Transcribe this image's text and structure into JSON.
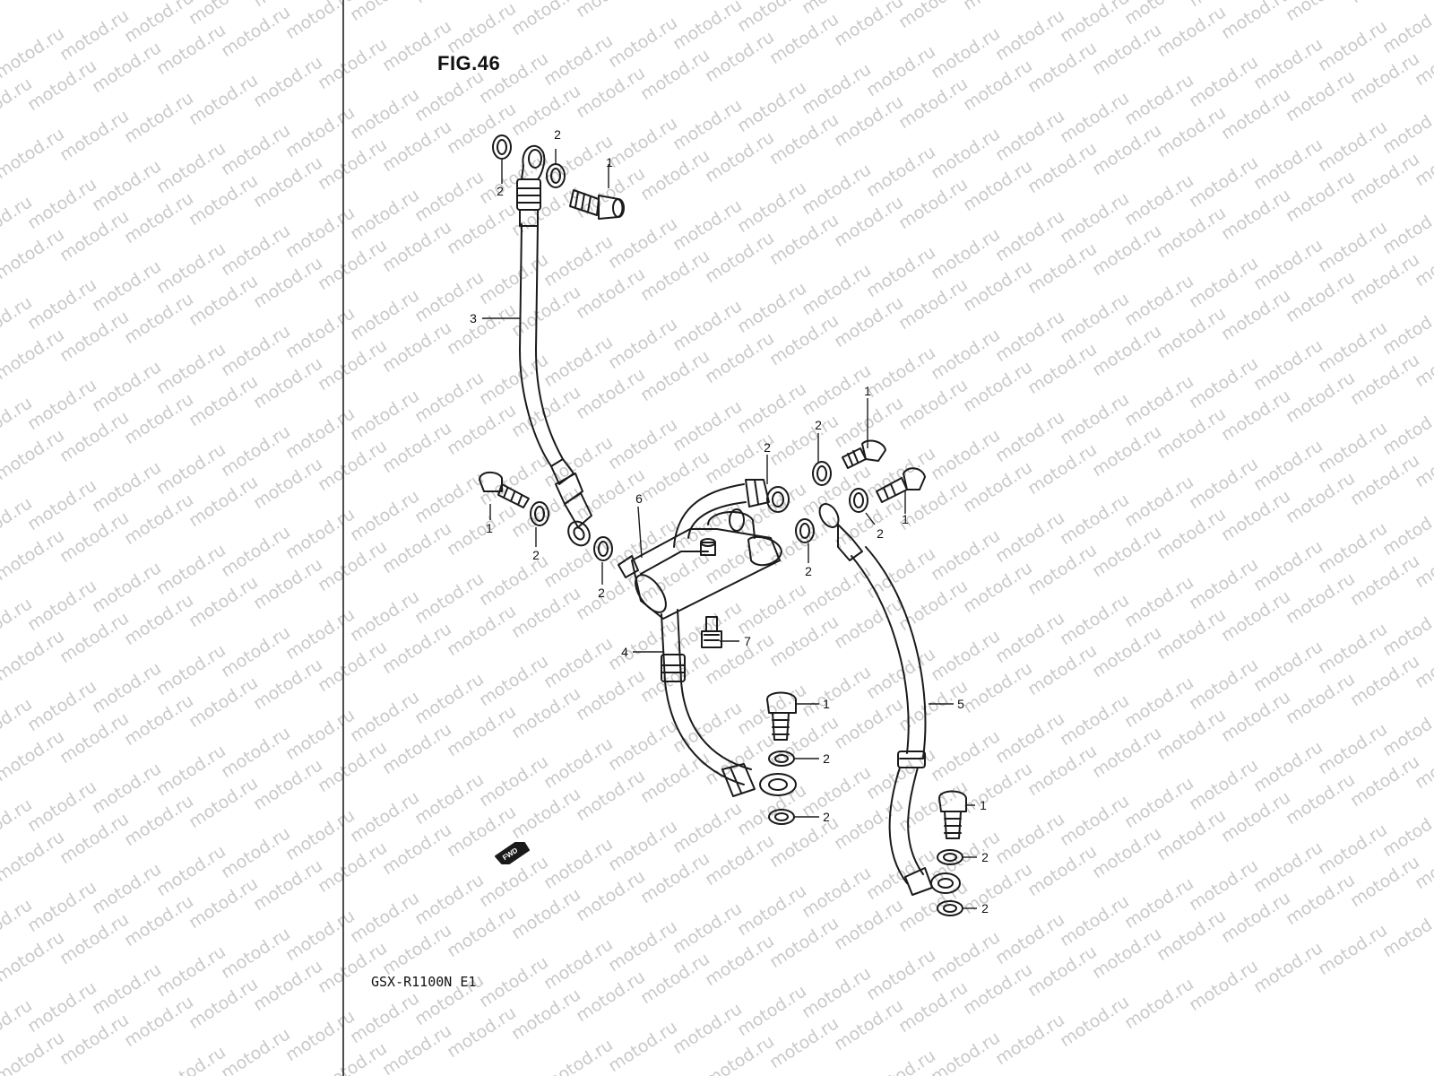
{
  "figure_title": "FIG.46",
  "model_code": "GSX-R1100N E1",
  "watermark": "motod.ru",
  "fwd_label": "FWD",
  "callouts": [
    {
      "id": "c-top-2a",
      "label": "2"
    },
    {
      "id": "c-top-2b",
      "label": "2"
    },
    {
      "id": "c-top-1",
      "label": "1"
    },
    {
      "id": "c-hose-3",
      "label": "3"
    },
    {
      "id": "c-left-1",
      "label": "1"
    },
    {
      "id": "c-left-2",
      "label": "2"
    },
    {
      "id": "c-mid-2",
      "label": "2"
    },
    {
      "id": "c-part-6",
      "label": "6"
    },
    {
      "id": "c-hose-4",
      "label": "4"
    },
    {
      "id": "c-part-7",
      "label": "7"
    },
    {
      "id": "c-ur-2a",
      "label": "2"
    },
    {
      "id": "c-ur-2b",
      "label": "2"
    },
    {
      "id": "c-ur-1a",
      "label": "1"
    },
    {
      "id": "c-ur-1b",
      "label": "1"
    },
    {
      "id": "c-ur-2c",
      "label": "2"
    },
    {
      "id": "c-ur-2d",
      "label": "2"
    },
    {
      "id": "c-low-1",
      "label": "1"
    },
    {
      "id": "c-low-2a",
      "label": "2"
    },
    {
      "id": "c-low-2b",
      "label": "2"
    },
    {
      "id": "c-hose-5",
      "label": "5"
    },
    {
      "id": "c-br-1",
      "label": "1"
    },
    {
      "id": "c-br-2a",
      "label": "2"
    },
    {
      "id": "c-br-2b",
      "label": "2"
    }
  ],
  "colors": {
    "ink": "#1a1a1a",
    "watermark": "#c9c9c9",
    "paper": "#ffffff"
  }
}
